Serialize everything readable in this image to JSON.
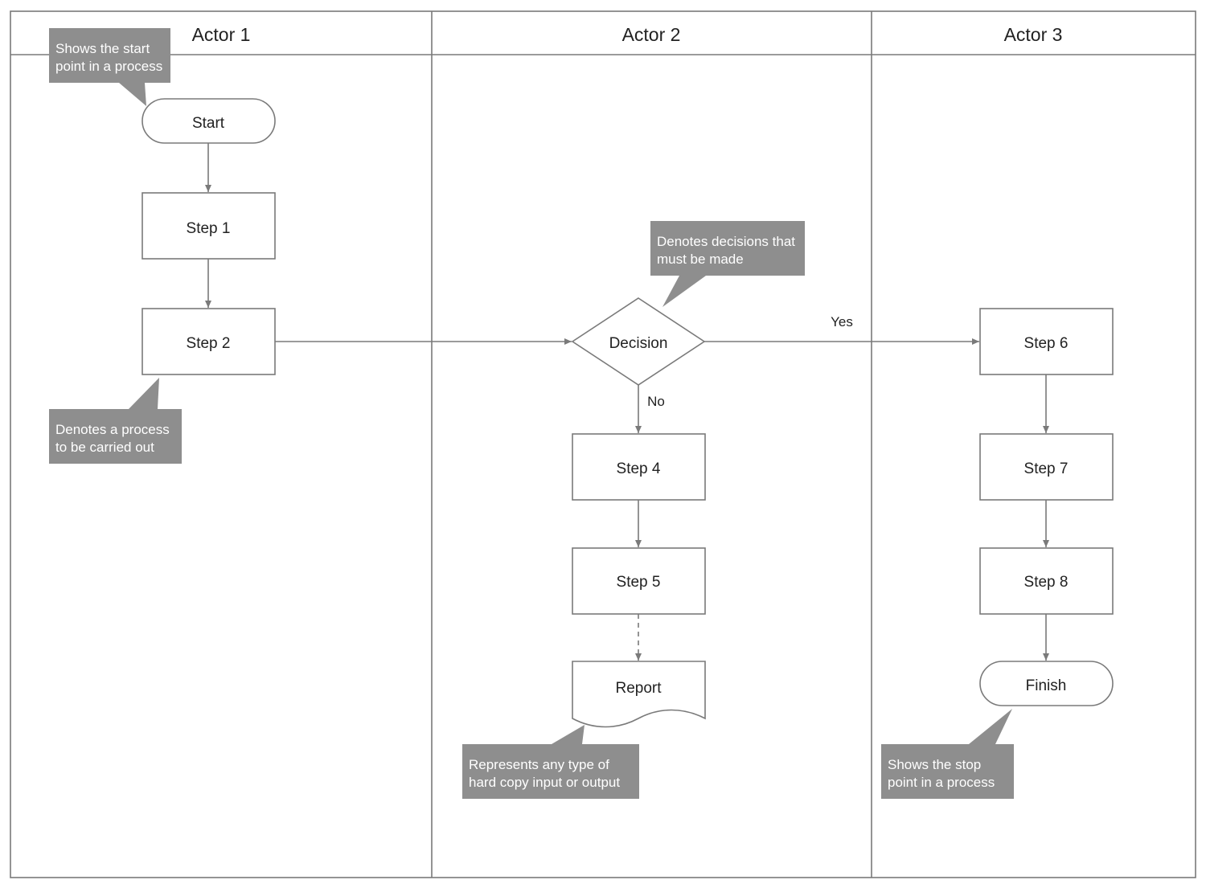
{
  "lanes": [
    {
      "title": "Actor 1"
    },
    {
      "title": "Actor 2"
    },
    {
      "title": "Actor 3"
    }
  ],
  "nodes": {
    "start": "Start",
    "step1": "Step 1",
    "step2": "Step 2",
    "decision": "Decision",
    "step4": "Step 4",
    "step5": "Step 5",
    "report": "Report",
    "step6": "Step 6",
    "step7": "Step 7",
    "step8": "Step 8",
    "finish": "Finish"
  },
  "edge_labels": {
    "yes": "Yes",
    "no": "No"
  },
  "callouts": {
    "start": [
      "Shows the start",
      "point in a process"
    ],
    "process": [
      "Denotes a process",
      "to be carried out"
    ],
    "decision": [
      "Denotes decisions that",
      "must be made"
    ],
    "report": [
      "Represents any type of",
      "hard copy input or output"
    ],
    "finish": [
      "Shows the stop",
      "point in a process"
    ]
  },
  "colors": {
    "stroke": "#7a7a7a",
    "callout_fill": "#8e8e8e",
    "callout_text": "#ffffff"
  }
}
